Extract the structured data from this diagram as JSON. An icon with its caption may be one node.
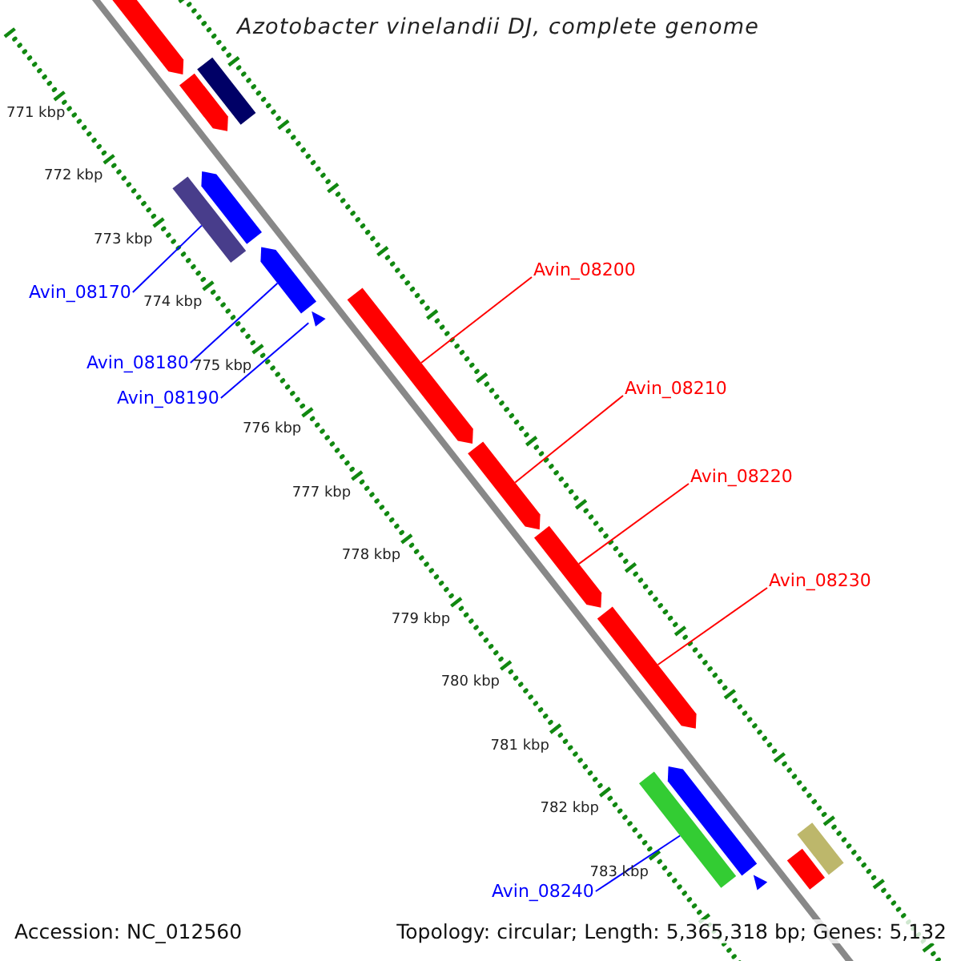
{
  "diagram": {
    "title": "Azotobacter vinelandii DJ, complete genome",
    "nodes": [
      {
        "text": [],
        "shape": "bar"
      },
      {
        "text": [],
        "shape": "bar"
      },
      {
        "text": [],
        "shape": "bar"
      },
      {
        "text": [],
        "shape": "bar"
      },
      {
        "text": [],
        "shape": "bar"
      },
      {
        "text": [],
        "shape": "bar"
      },
      {
        "text": [],
        "shape": "bar"
      },
      {
        "text": [],
        "shape": "bar"
      },
      {
        "text": [],
        "shape": "bar"
      },
      {
        "text": [],
        "shape": "bar"
      },
      {
        "text": [],
        "shape": "bar"
      },
      {
        "text": [],
        "shape": "bar"
      },
      {
        "text": [],
        "shape": "bar"
      },
      {
        "text": [],
        "shape": "bar"
      },
      {
        "text": [],
        "shape": "bar"
      },
      {
        "text": [],
        "shape": "bar"
      },
      {
        "text": [
          "Avin_08170"
        ]
      },
      {
        "text": [
          "Avin_08180"
        ]
      },
      {
        "text": [
          "Avin_08190"
        ]
      },
      {
        "text": [
          "Avin_08200"
        ]
      },
      {
        "text": [
          "Avin_08210"
        ]
      },
      {
        "text": [
          "Avin_08220"
        ]
      },
      {
        "text": [
          "Avin_08230"
        ]
      },
      {
        "text": [
          "Avin_08240"
        ]
      }
    ],
    "edges": [
      {
        "from": 16,
        "to": 4,
        "arrow": "none"
      },
      {
        "from": 17,
        "to": 5,
        "arrow": "none"
      },
      {
        "from": 18,
        "to": 6,
        "arrow": "none"
      },
      {
        "from": 19,
        "to": 7,
        "arrow": "none",
        "color": "#ff0000"
      },
      {
        "from": 20,
        "to": 8,
        "arrow": "none",
        "color": "#ff0000"
      },
      {
        "from": 21,
        "to": 9,
        "arrow": "none",
        "color": "#ff0000"
      },
      {
        "from": 22,
        "to": 10,
        "arrow": "none",
        "color": "#ff0000"
      },
      {
        "from": 23,
        "to": 11,
        "arrow": "none"
      }
    ],
    "labels": [
      "771 kbp",
      "772 kbp",
      "773 kbp",
      "774 kbp",
      "775 kbp",
      "776 kbp",
      "777 kbp",
      "778 kbp",
      "779 kbp",
      "780 kbp",
      "781 kbp",
      "782 kbp",
      "783 kbp",
      "Accession: NC_012560",
      "Topology: circular; Length: 5,365,318 bp; Genes: 5,132"
    ]
  }
}
